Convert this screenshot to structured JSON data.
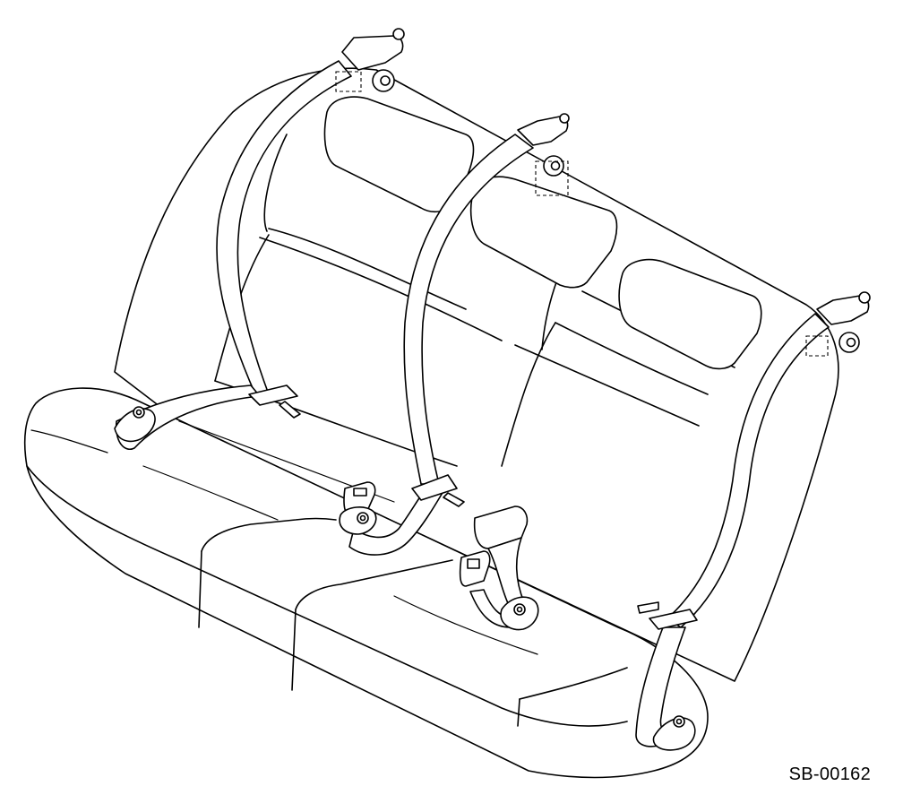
{
  "figure": {
    "code": "SB-00162"
  },
  "parts": [
    {
      "icon": "seat-cushion"
    },
    {
      "icon": "seat-backrest"
    },
    {
      "icon": "headrest"
    },
    {
      "icon": "seat-belt"
    },
    {
      "icon": "seat-belt-buckle"
    },
    {
      "icon": "anchor-bolt"
    }
  ]
}
